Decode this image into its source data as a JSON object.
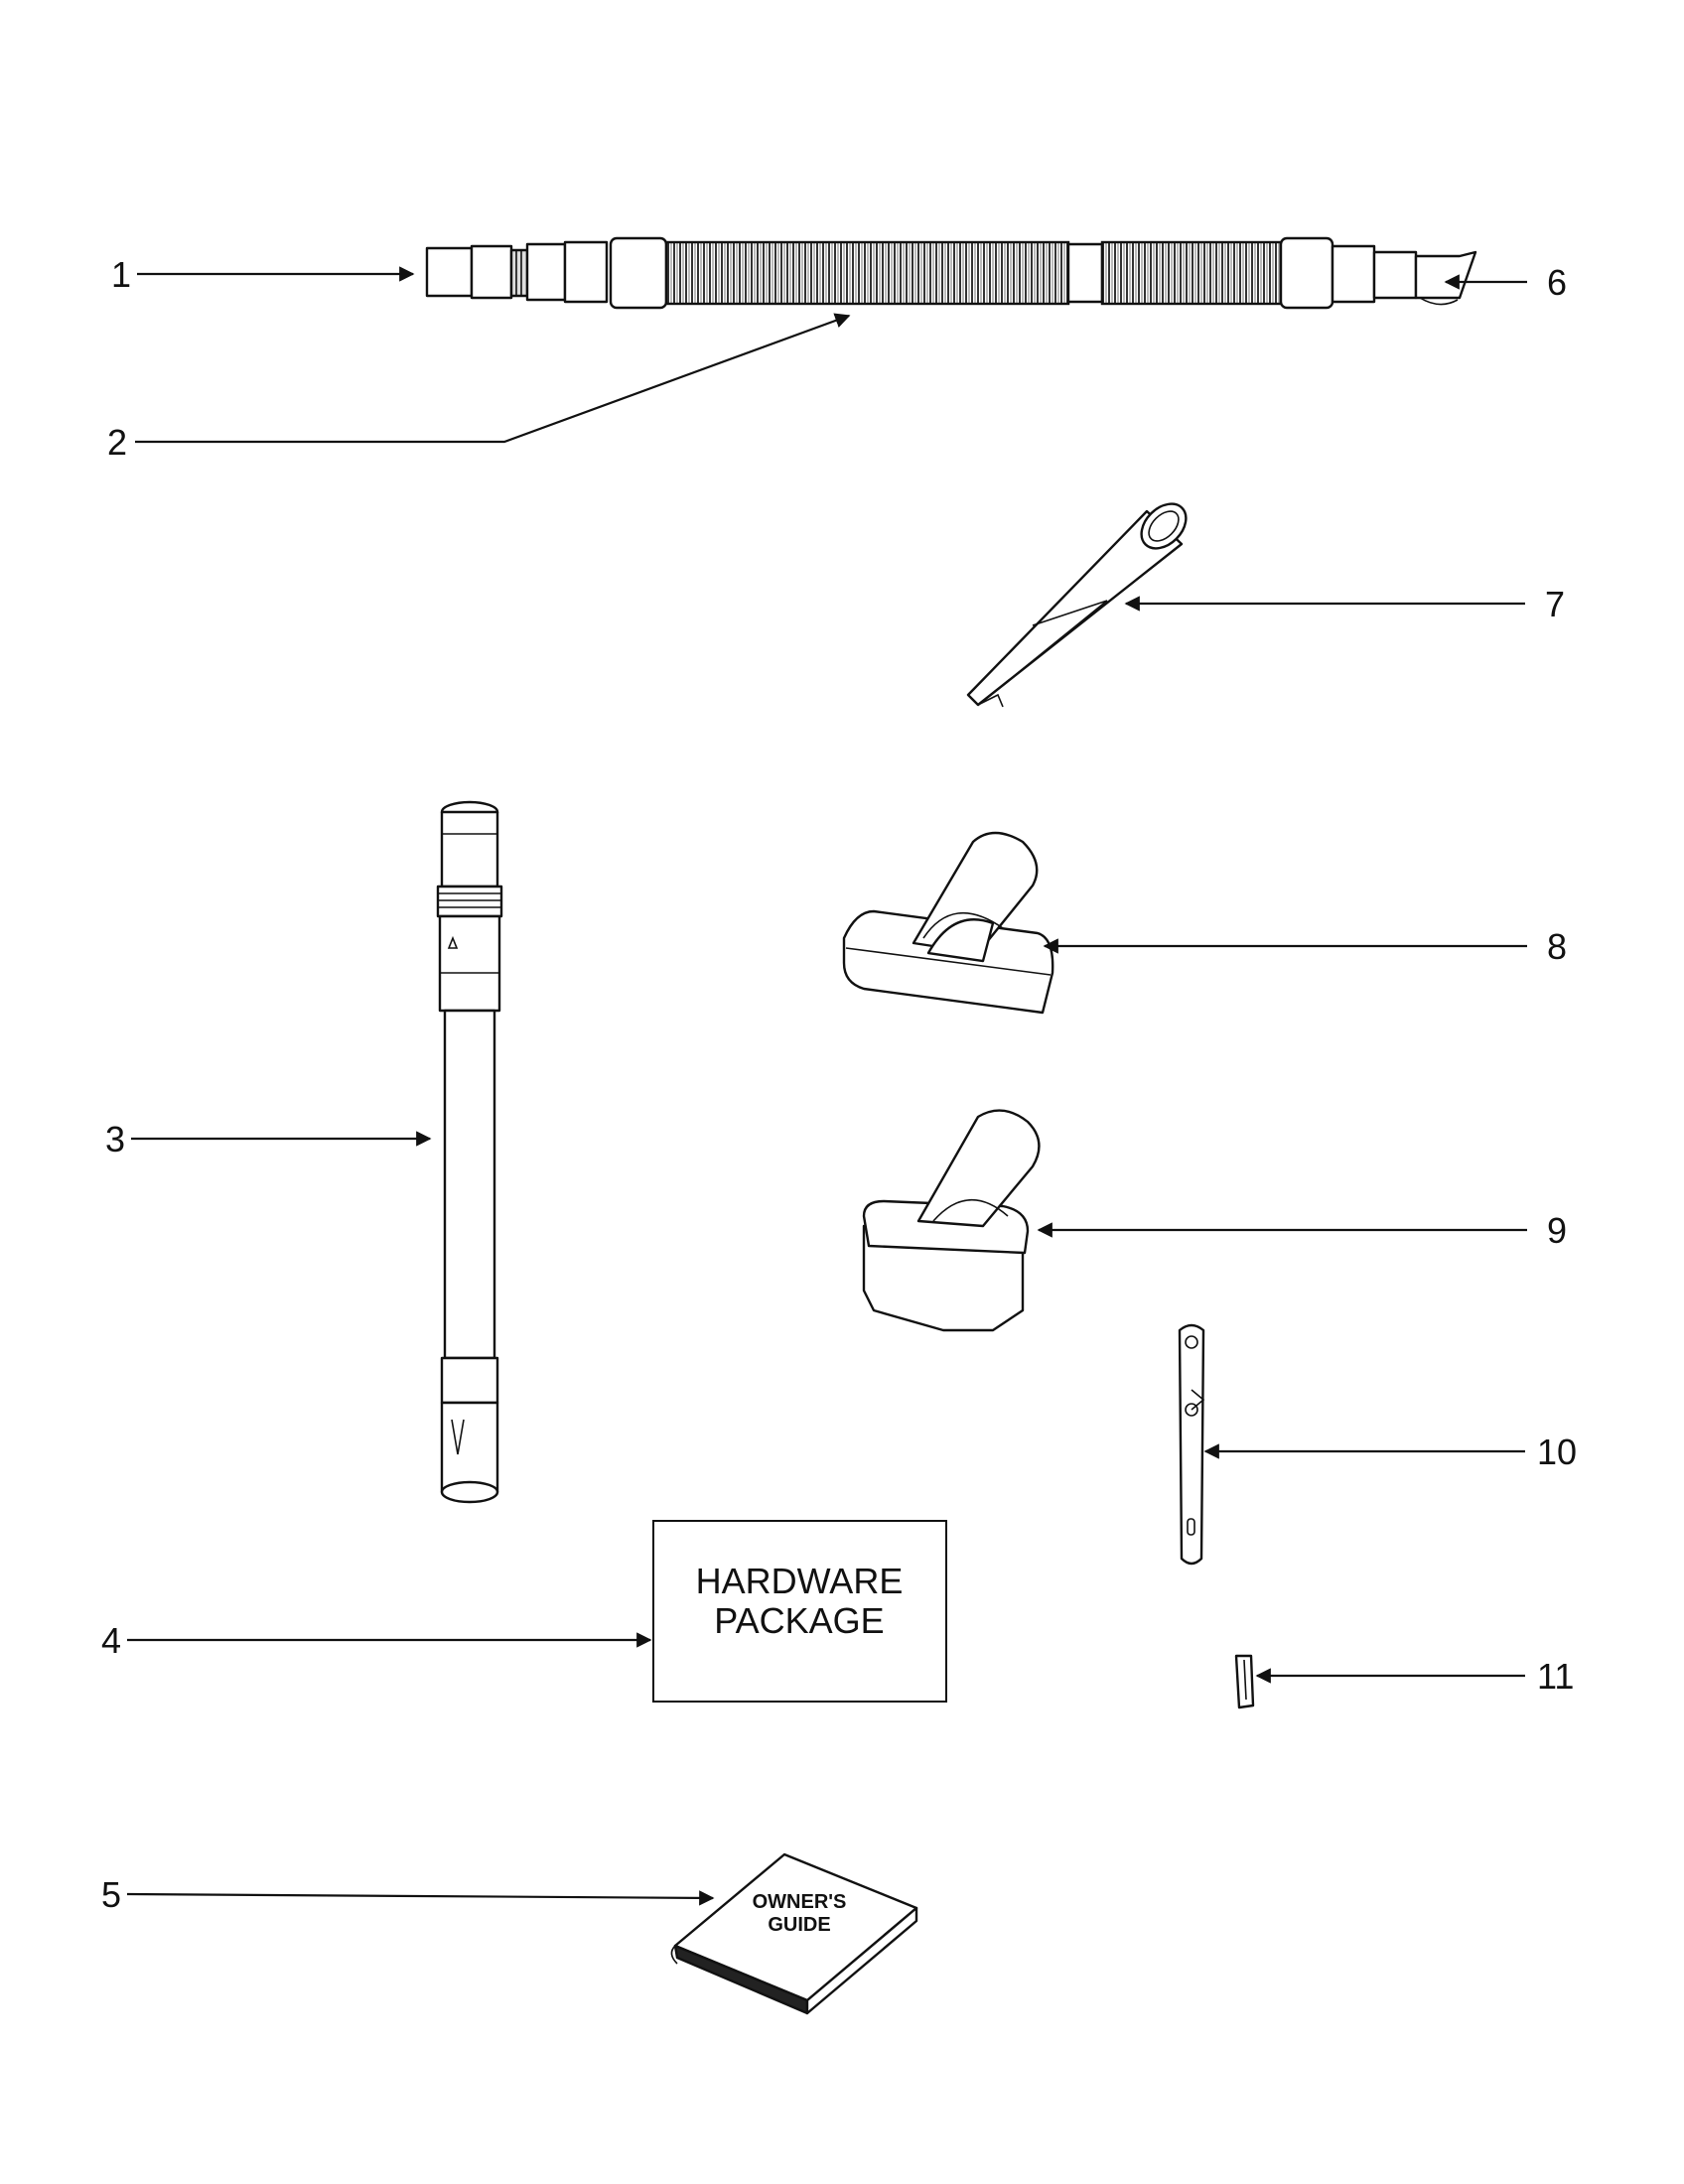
{
  "callouts": {
    "c1": "1",
    "c2": "2",
    "c3": "3",
    "c4": "4",
    "c5": "5",
    "c6": "6",
    "c7": "7",
    "c8": "8",
    "c9": "9",
    "c10": "10",
    "c11": "11"
  },
  "hardware_package": {
    "line1": "HARDWARE",
    "line2": "PACKAGE"
  },
  "owners_guide": {
    "line1": "OWNER'S",
    "line2": "GUIDE"
  }
}
